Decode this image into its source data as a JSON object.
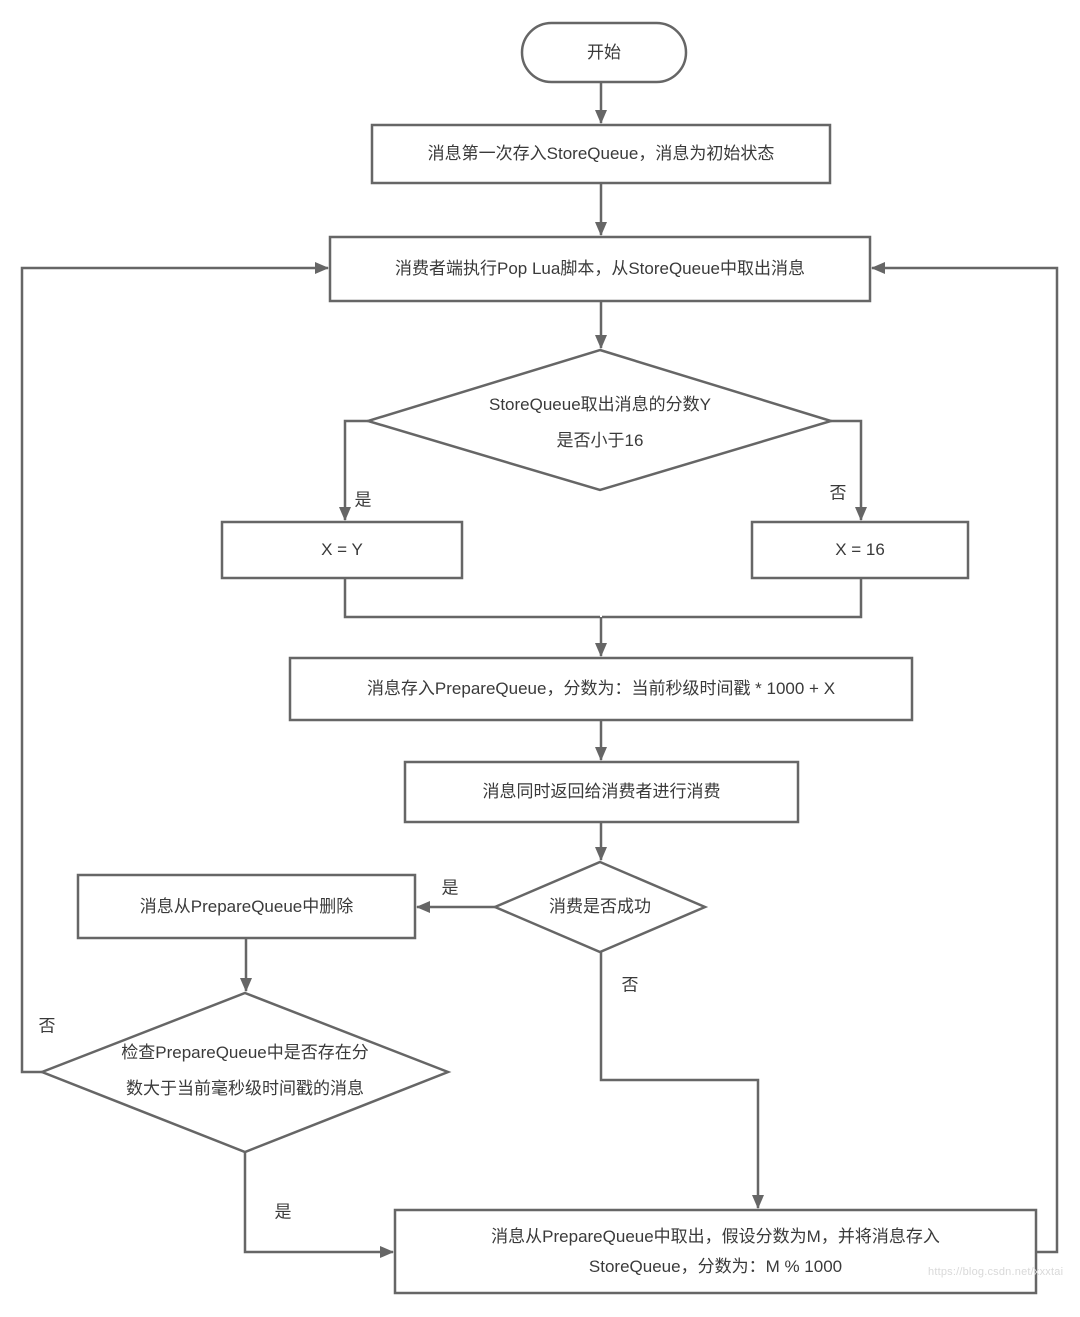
{
  "page": {
    "background": "#ffffff",
    "stroke_color": "#666666",
    "text_color": "#3a3a3a",
    "watermark_color": "#d9d9d9"
  },
  "nodes": {
    "start": {
      "label": "开始"
    },
    "store_initial": {
      "label": "消息第一次存入StoreQueue，消息为初始状态"
    },
    "pop_lua": {
      "label": "消费者端执行Pop Lua脚本，从StoreQueue中取出消息"
    },
    "score_check": {
      "label_line1": "StoreQueue取出消息的分数Y",
      "label_line2": "是否小于16"
    },
    "x_eq_y": {
      "label": "X = Y"
    },
    "x_eq_16": {
      "label": "X = 16"
    },
    "prepare_store": {
      "label": "消息存入PrepareQueue，分数为：当前秒级时间戳 * 1000 + X"
    },
    "return_consumer": {
      "label": "消息同时返回给消费者进行消费"
    },
    "consume_check": {
      "label": "消费是否成功"
    },
    "delete_prepare": {
      "label": "消息从PrepareQueue中删除"
    },
    "timeout_check": {
      "label_line1": "检查PrepareQueue中是否存在分",
      "label_line2": "数大于当前毫秒级时间戳的消息"
    },
    "requeue": {
      "label_line1": "消息从PrepareQueue中取出，假设分数为M，并将消息存入",
      "label_line2": "StoreQueue，分数为：M % 1000"
    }
  },
  "edge_labels": {
    "score_yes": "是",
    "score_no": "否",
    "consume_yes": "是",
    "consume_no": "否",
    "timeout_no": "否",
    "timeout_yes": "是"
  },
  "watermark": "https://blog.csdn.net/xxxtai"
}
